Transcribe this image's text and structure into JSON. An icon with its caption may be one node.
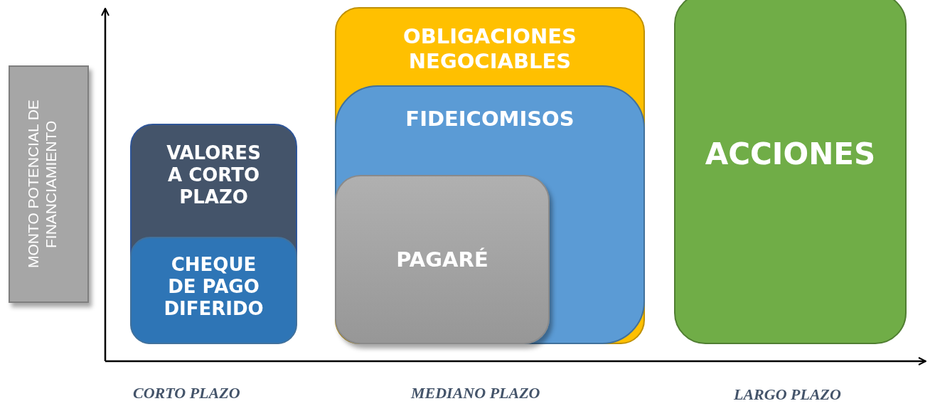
{
  "diagram": {
    "nodes": [
      {
        "text": [
          "MONTO POTENCIAL DE FINANCIAMIENTO"
        ]
      },
      {
        "text": [
          "VALORES A CORTO PLAZO"
        ]
      },
      {
        "text": [
          "CHEQUE DE PAGO DIFERIDO"
        ],
        "in": 1
      },
      {
        "text": [
          "OBLIGACIONES NEGOCIABLES"
        ]
      },
      {
        "text": [
          "FIDEICOMISOS"
        ],
        "in": 3
      },
      {
        "text": [
          "PAGARÉ"
        ],
        "in": 4
      },
      {
        "text": [
          "ACCIONES"
        ]
      }
    ],
    "edges": [],
    "labels": [
      "CORTO PLAZO",
      "MEDIANO PLAZO",
      "LARGO PLAZO"
    ]
  }
}
